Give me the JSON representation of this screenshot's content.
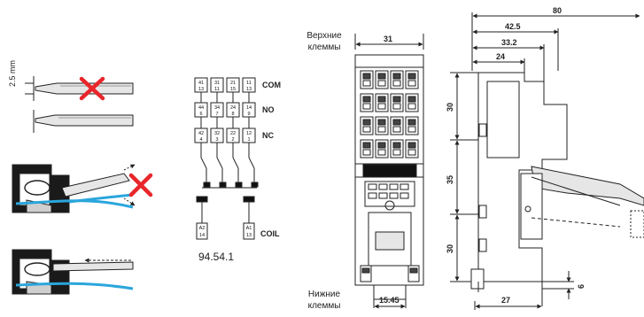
{
  "left": {
    "screwdriver_gap": "2.5 mm"
  },
  "schematic": {
    "cells_top": [
      [
        "41",
        "13"
      ],
      [
        "31",
        "11"
      ],
      [
        "21",
        "15"
      ],
      [
        "11",
        "13"
      ]
    ],
    "cells_no": [
      [
        "44",
        "6"
      ],
      [
        "34",
        "7"
      ],
      [
        "24",
        "8"
      ],
      [
        "14",
        "9"
      ]
    ],
    "cells_nc": [
      [
        "42",
        "4"
      ],
      [
        "32",
        "3"
      ],
      [
        "22",
        "2"
      ],
      [
        "12",
        "1"
      ]
    ],
    "cells_coil": [
      [
        "A2",
        "14"
      ],
      [
        "A1",
        "13"
      ]
    ],
    "labels": {
      "com": "COM",
      "no": "NO",
      "nc": "NC",
      "coil": "COIL"
    },
    "model": "94.54.1"
  },
  "front": {
    "top_label_line1": "Верхние",
    "top_label_line2": "клеммы",
    "bottom_label_line1": "Нижние",
    "bottom_label_line2": "клеммы",
    "width": "31",
    "bottom_width": "15.45"
  },
  "side": {
    "total": "80",
    "d42": "42.5",
    "d33": "33.2",
    "d24": "24",
    "h30_top": "30",
    "h35": "35",
    "h30_bottom": "30",
    "base_w": "27",
    "base_h": "6"
  },
  "colors": {
    "line": "#222222",
    "wire_blue": "#2aa6dc",
    "cross_red": "#e8262b",
    "gray_fill": "#d9d9d9",
    "dark": "#111111"
  }
}
